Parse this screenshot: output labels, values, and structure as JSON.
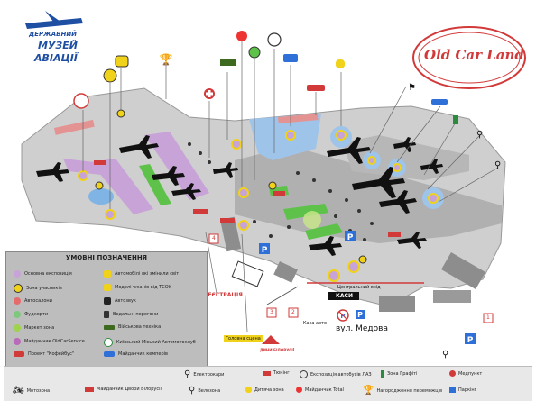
{
  "logo": {
    "line1": "ДЕРЖАВНИЙ",
    "line2": "МУЗЕЙ",
    "line3": "АВІАЦІЇ"
  },
  "brand_sign": {
    "text": "Old Car Land"
  },
  "map_labels": {
    "central_entrance": "Центральний вхід",
    "kasy": "КАСИ",
    "kasa_avto": "Каса авто",
    "street": "вул. Медова",
    "registration": "РЕЄСТРАЦІЯ",
    "main_stage": "Головна сцена",
    "num1": "1",
    "num2": "2",
    "num3": "3",
    "num4": "4",
    "dyna_label": "ДИНИ БІЛОРУСІЇ"
  },
  "legend": {
    "title": "УМОВНІ ПОЗНАЧЕННЯ",
    "left": [
      {
        "label": "Основна експозиція",
        "color": "#c8a3d8"
      },
      {
        "label": "Зона учасників",
        "color": "#f1d21a"
      },
      {
        "label": "Автосалони",
        "color": "#e46c6c"
      },
      {
        "label": "Фудкорти",
        "color": "#7ec87e"
      },
      {
        "label": "Маркет зона",
        "color": "#9ed34d"
      },
      {
        "label": "Майданчик OldCarService",
        "color": "#b96ab9"
      },
      {
        "label": "Проект \"Кофейбус\"",
        "color": "#d23a3a"
      }
    ],
    "right": [
      "Автомобілі які змінили світ",
      "Моделі чжанів від ТСОУ",
      "Автозвук",
      "Ведальні перегони",
      "Військова техніка",
      "Київський Міський Автомотоклуб",
      "Майданчик кемперів"
    ]
  },
  "bottom_legend": [
    "Мотозона",
    "Майданчик Двори Білорусії",
    "Велозона",
    "Дитяча зона",
    "Майданчик Total",
    "Нагородження переможців",
    "Паркінг",
    "Електрокари",
    "Тюнінг",
    "Експозиція автобусів ЛАЗ",
    "Зона Графіті",
    "Медпункт"
  ],
  "colors": {
    "ground": "#cfcfcf",
    "pavement": "#a7a7a7",
    "main_expo": "#c8a3d8",
    "food": "#7ec87e",
    "market": "#5ec24a",
    "water": "#7fb4e4",
    "parking": "#2f6fd8",
    "red": "#d23a3a"
  }
}
